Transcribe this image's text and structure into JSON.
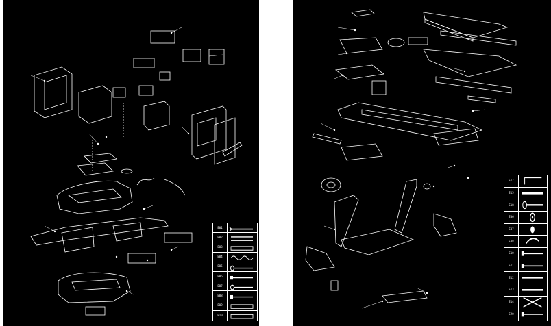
{
  "left_sheet": {
    "legend_codes": [
      "E01",
      "E02",
      "E03",
      "E04",
      "E05",
      "E06",
      "E07",
      "E08",
      "E09",
      "E10"
    ],
    "legend_icons": [
      "bolt-long-icon",
      "bolt-pair-icon",
      "tube-icon",
      "spring-icon",
      "screw-icon",
      "bolt-icon",
      "screw-icon",
      "bolt-icon",
      "tube-icon",
      "tube-icon"
    ]
  },
  "right_sheet": {
    "legend_codes": [
      "E17",
      "E15",
      "E18",
      "E06",
      "E07",
      "E08",
      "E10",
      "E11",
      "E12",
      "E13",
      "E14",
      "E20"
    ],
    "legend_icons": [
      "allen-key-icon",
      "rod-icon",
      "wrench-icon",
      "washer-icon",
      "nut-icon",
      "hook-icon",
      "bolt-icon",
      "bolt-icon",
      "rod-icon",
      "rod-icon",
      "cross-brace-icon",
      "bolt-icon"
    ]
  },
  "colors": {
    "background": "#000000",
    "line": "#ffffff",
    "page": "#ffffff"
  }
}
